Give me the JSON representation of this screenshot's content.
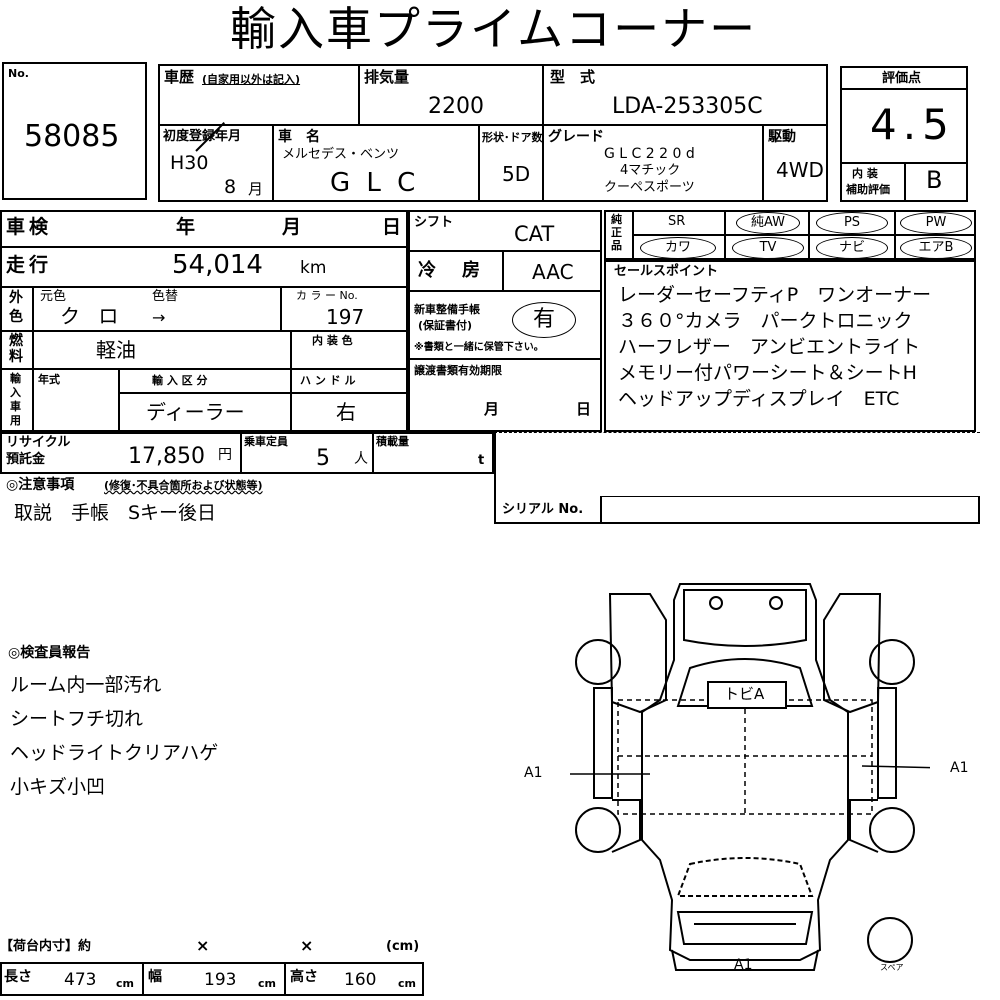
{
  "title": "輸入車プライムコーナー",
  "lot": {
    "label": "No.",
    "number": "58085"
  },
  "history": {
    "label": "車歴",
    "note": "(自家用以外は記入)"
  },
  "displacement": {
    "label": "排気量",
    "value": "2200"
  },
  "model_code": {
    "label": "型　式",
    "value": "LDA-253305C"
  },
  "score": {
    "label": "評価点",
    "value": "4.5"
  },
  "interior_score": {
    "label1": "内 装",
    "label2": "補助評価",
    "value": "B"
  },
  "first_reg": {
    "label": "初度登録年月",
    "era": "H30",
    "month": "8",
    "month_unit": "月"
  },
  "car_name": {
    "label": "車　名",
    "maker": "メルセデス・ベンツ",
    "name": "G L C"
  },
  "body": {
    "label": "形状･ドア数",
    "value": "5D"
  },
  "grade": {
    "label": "グレード",
    "line1": "G L C 2 2 0 d",
    "line2": "4マチック",
    "line3": "クーペスポーツ"
  },
  "drive": {
    "label": "駆動",
    "value": "4WD"
  },
  "inspection": {
    "label": "車検",
    "year": "年",
    "month": "月",
    "day": "日"
  },
  "shift": {
    "label": "シフト",
    "value": "CAT"
  },
  "equip_label": "純正品",
  "equipment": [
    "SR",
    "純AW",
    "PS",
    "PW",
    "カワ",
    "TV",
    "ナビ",
    "エアB"
  ],
  "mileage": {
    "label": "走行",
    "value": "54,014",
    "unit": "km"
  },
  "aircon": {
    "label": "冷　房",
    "value": "AAC"
  },
  "sales": {
    "label": "セールスポイント",
    "lines": [
      "レーダーセーフティP　ワンオーナー",
      "３６０°カメラ　パークトロニック",
      "ハーフレザー　アンビエントライト",
      "メモリー付パワーシート＆シートH",
      "ヘッドアップディスプレイ　ETC"
    ]
  },
  "color": {
    "side1": "外",
    "side2": "色",
    "label": "元色",
    "change_label": "色替",
    "value": "ク ロ",
    "arrow": "→",
    "code_label": "カ ラ ー No.",
    "code": "197",
    "interior_label": "内 装 色"
  },
  "warranty": {
    "label1": "新車整備手帳",
    "label2": "(保証書付)",
    "value": "有",
    "note": "※書類と一緒に保管下さい。"
  },
  "fuel": {
    "side1": "燃",
    "side2": "料",
    "value": "軽油"
  },
  "import": {
    "side": "輸入車用",
    "year_label": "年式",
    "type_label": "輸 入 区 分",
    "type_value": "ディーラー",
    "handle_label": "ハ ン ド ル",
    "handle_value": "右"
  },
  "transfer": {
    "label": "譲渡書類有効期限",
    "month": "月",
    "day": "日"
  },
  "recycle": {
    "label1": "リサイクル",
    "label2": "預託金",
    "value": "17,850",
    "unit": "円"
  },
  "capacity": {
    "label": "乗車定員",
    "value": "5",
    "unit": "人"
  },
  "load": {
    "label": "積載量",
    "unit": "t"
  },
  "notes": {
    "label": "◎注意事項",
    "sub": "(修復･不具合箇所および状態等)",
    "text": "取説　手帳　Sキー後日"
  },
  "serial": {
    "label": "シリアル No."
  },
  "inspector": {
    "label": "◎検査員報告",
    "lines": [
      "ルーム内一部汚れ",
      "シートフチ切れ",
      "ヘッドライトクリアハゲ",
      "小キズ小凹"
    ]
  },
  "diagram": {
    "roof": "トビA",
    "left": "A1",
    "right": "A1",
    "rear": "A1",
    "spare": "スペア"
  },
  "cargo": {
    "label": "【荷台内寸】約",
    "x1": "×",
    "x2": "×",
    "unit": "(cm)",
    "length_label": "長さ",
    "length": "473",
    "width_label": "幅",
    "width": "193",
    "height_label": "高さ",
    "height": "160",
    "cm": "cm"
  }
}
